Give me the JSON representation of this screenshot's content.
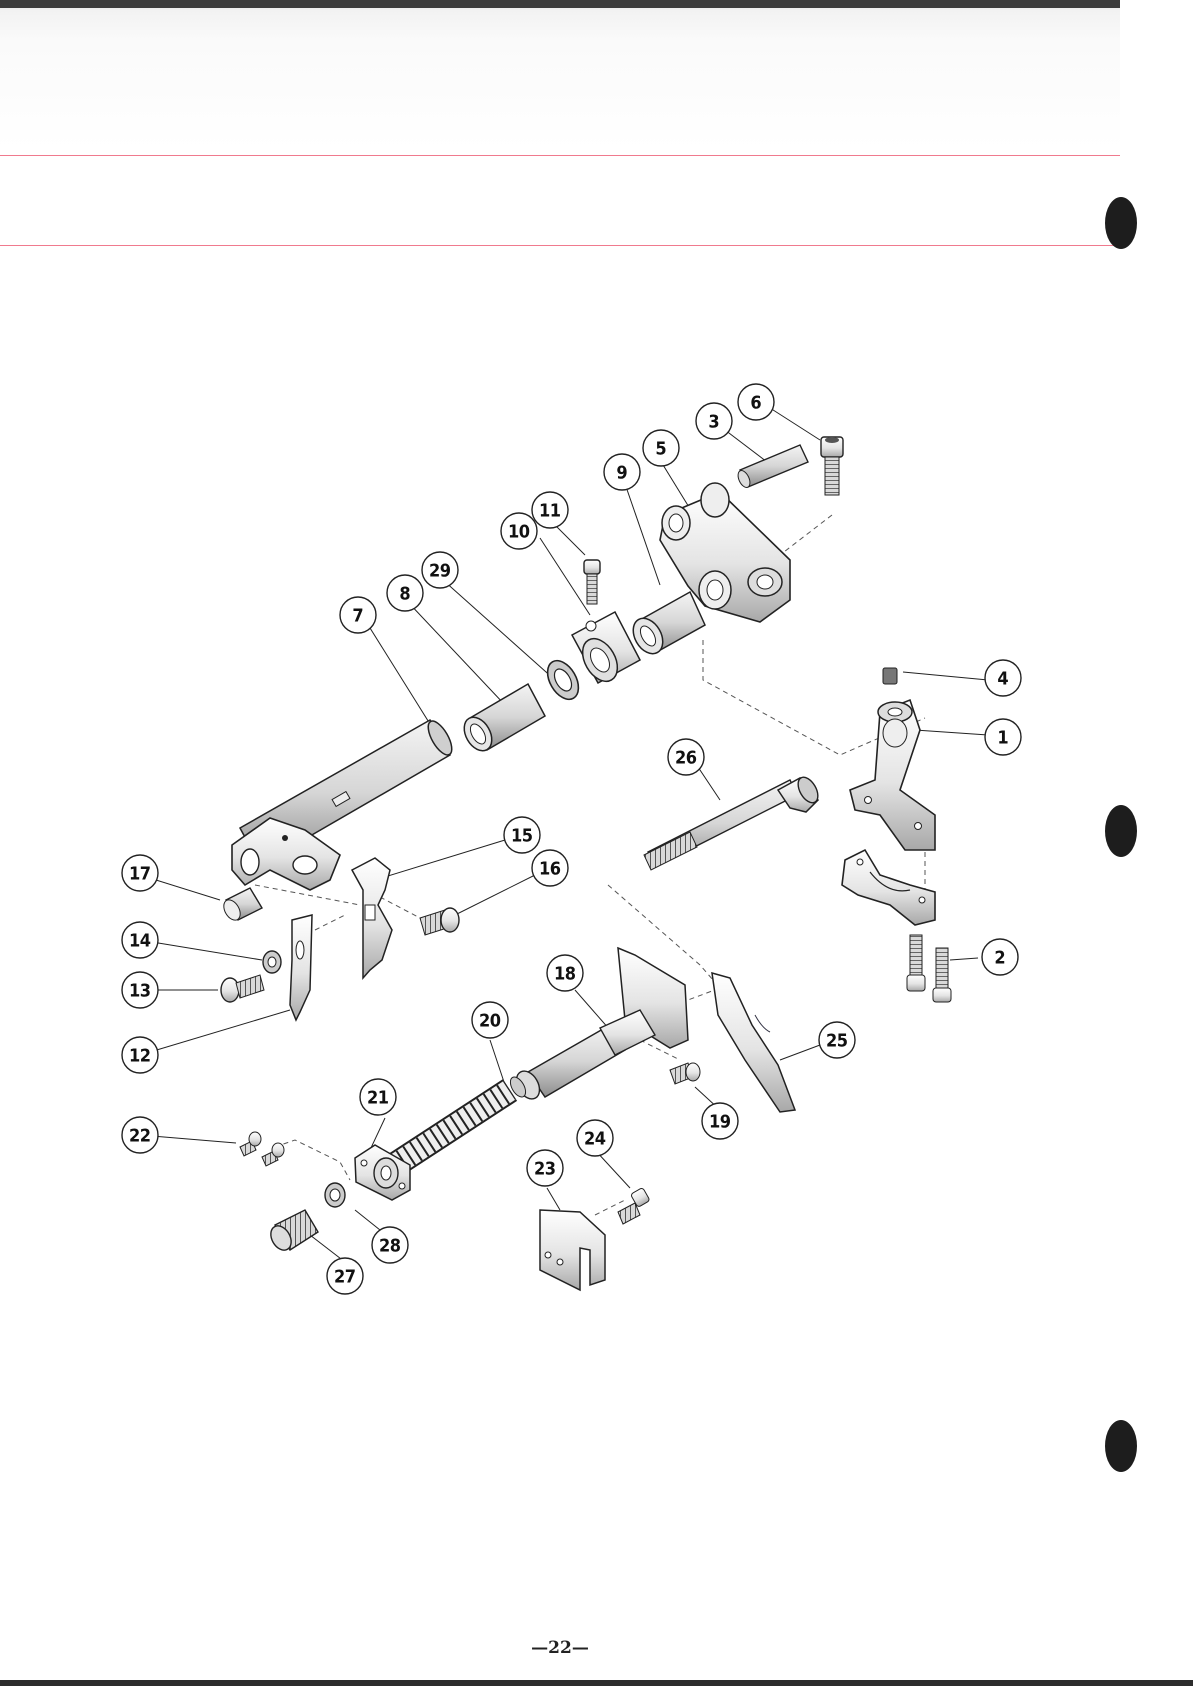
{
  "page_number": "—22—",
  "callouts": [
    {
      "id": "c1",
      "label": "1"
    },
    {
      "id": "c2",
      "label": "2"
    },
    {
      "id": "c3",
      "label": "3"
    },
    {
      "id": "c4",
      "label": "4"
    },
    {
      "id": "c5",
      "label": "5"
    },
    {
      "id": "c6",
      "label": "6"
    },
    {
      "id": "c7",
      "label": "7"
    },
    {
      "id": "c8",
      "label": "8"
    },
    {
      "id": "c9",
      "label": "9"
    },
    {
      "id": "c10",
      "label": "10"
    },
    {
      "id": "c11",
      "label": "11"
    },
    {
      "id": "c12",
      "label": "12"
    },
    {
      "id": "c13",
      "label": "13"
    },
    {
      "id": "c14",
      "label": "14"
    },
    {
      "id": "c15",
      "label": "15"
    },
    {
      "id": "c16",
      "label": "16"
    },
    {
      "id": "c17",
      "label": "17"
    },
    {
      "id": "c18",
      "label": "18"
    },
    {
      "id": "c19",
      "label": "19"
    },
    {
      "id": "c20",
      "label": "20"
    },
    {
      "id": "c21",
      "label": "21"
    },
    {
      "id": "c22",
      "label": "22"
    },
    {
      "id": "c23",
      "label": "23"
    },
    {
      "id": "c24",
      "label": "24"
    },
    {
      "id": "c25",
      "label": "25"
    },
    {
      "id": "c26",
      "label": "26"
    },
    {
      "id": "c27",
      "label": "27"
    },
    {
      "id": "c28",
      "label": "28"
    },
    {
      "id": "c29",
      "label": "29"
    }
  ]
}
